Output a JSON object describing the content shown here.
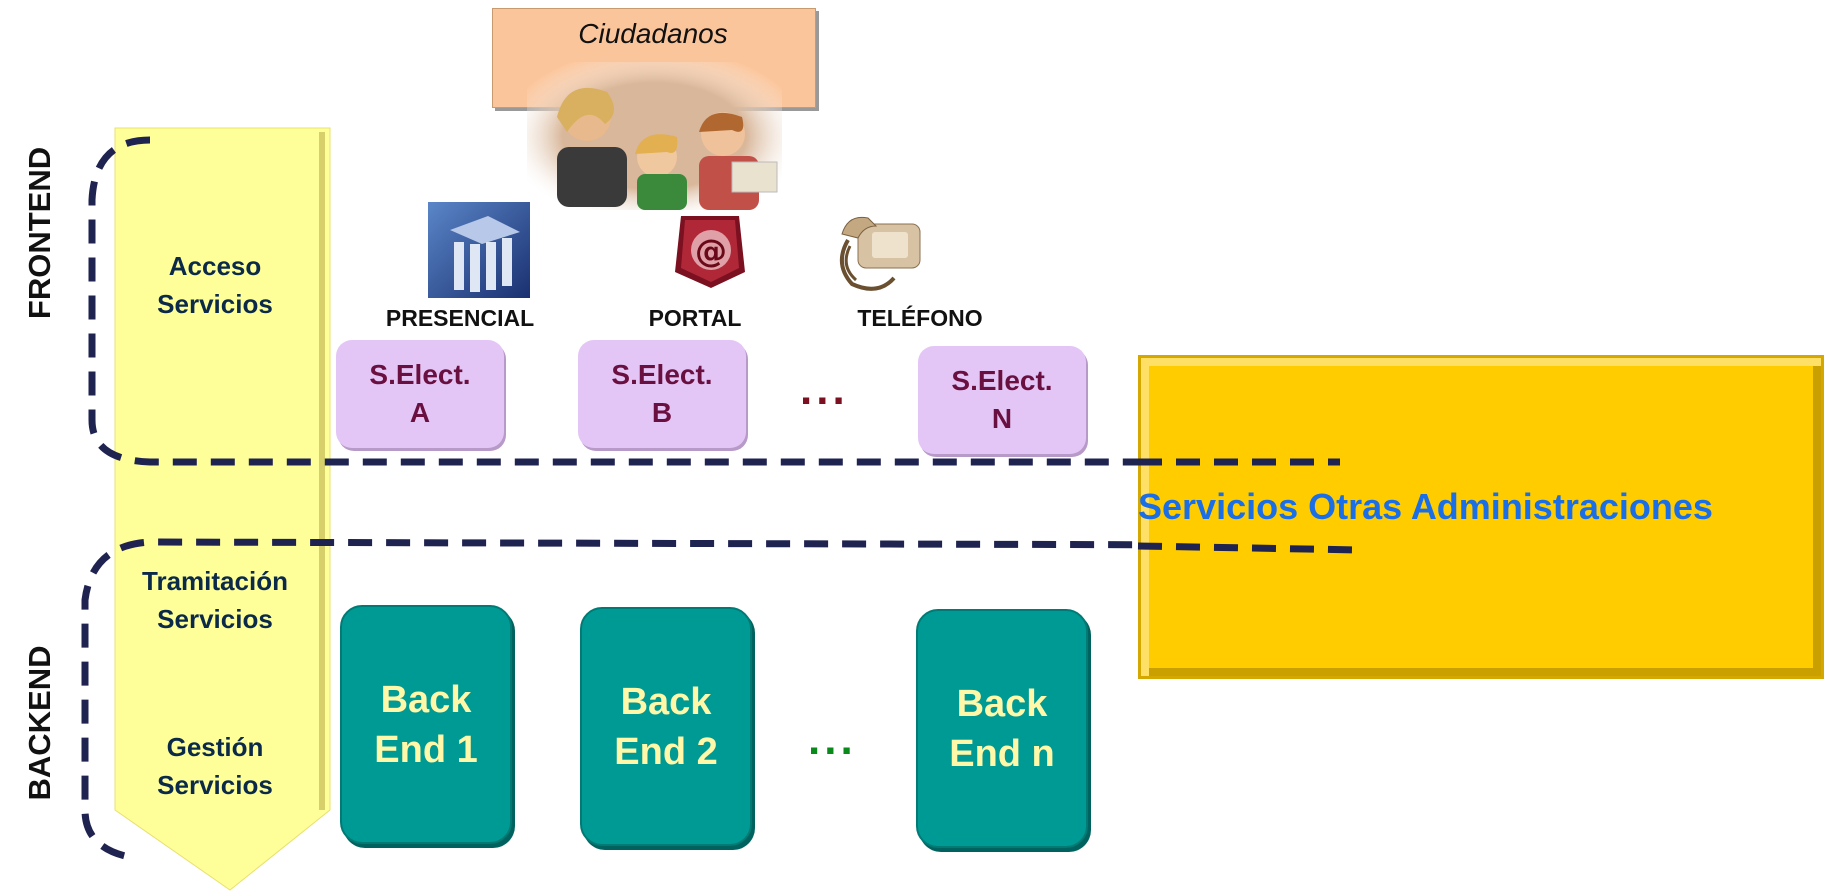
{
  "frontend_label": "FRONTEND",
  "backend_label": "BACKEND",
  "band": {
    "acceso": [
      "Acceso",
      "Servicios"
    ],
    "tramitacion": [
      "Tramitación",
      "Servicios"
    ],
    "gestion": [
      "Gestión",
      "Servicios"
    ]
  },
  "citizens": {
    "label": "Ciudadanos",
    "image": "citizens-photo"
  },
  "channels": [
    {
      "label": "PRESENCIAL",
      "icon": "building-icon"
    },
    {
      "label": "PORTAL",
      "icon": "email-at-icon"
    },
    {
      "label": "TELÉFONO",
      "icon": "telephone-icon"
    }
  ],
  "services": [
    {
      "line1": "S.Elect.",
      "line2": "A"
    },
    {
      "line1": "S.Elect.",
      "line2": "B"
    },
    {
      "line1": "S.Elect.",
      "line2": "N"
    }
  ],
  "services_ellipsis": "...",
  "backends": [
    {
      "line1": "Back",
      "line2": "End 1"
    },
    {
      "line1": "Back",
      "line2": "End 2"
    },
    {
      "line1": "Back",
      "line2": "End n"
    }
  ],
  "backends_ellipsis": "...",
  "external": {
    "label": "Servicios Otras Administraciones"
  },
  "colors": {
    "band": "#ffff99",
    "service_box": "#e4c6f6",
    "service_text": "#6a1040",
    "backend_box": "#009a94",
    "backend_text": "#fff8a8",
    "external_box": "#ffcc00",
    "external_text": "#1a6ee6",
    "citizens_box": "#fbc59b",
    "dash": "#1f2350"
  }
}
